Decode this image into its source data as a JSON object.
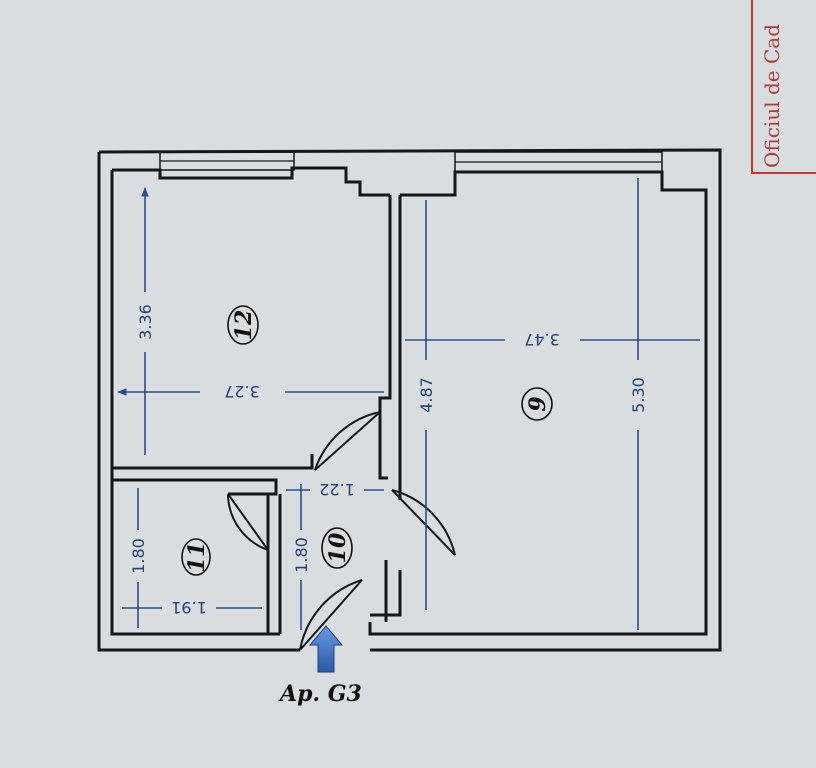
{
  "plan": {
    "rooms": [
      {
        "number": "12"
      },
      {
        "number": "9"
      },
      {
        "number": "11"
      },
      {
        "number": "10"
      }
    ],
    "dimensions": [
      {
        "value": "3.36"
      },
      {
        "value": "3.27"
      },
      {
        "value": "4.87"
      },
      {
        "value": "3.47"
      },
      {
        "value": "5.30"
      },
      {
        "value": "1.22"
      },
      {
        "value": "1.80"
      },
      {
        "value": "1.80"
      },
      {
        "value": "1.91"
      }
    ],
    "entrance_label": "Ap. G3",
    "stamp_text": "Oficiul de Cad"
  },
  "colors": {
    "paper": "#d9dde0",
    "ink": "#15171c",
    "dimension": "#2b4f8e",
    "entrance_arrow": "#3a6fc2",
    "stamp": "#c0392b"
  }
}
